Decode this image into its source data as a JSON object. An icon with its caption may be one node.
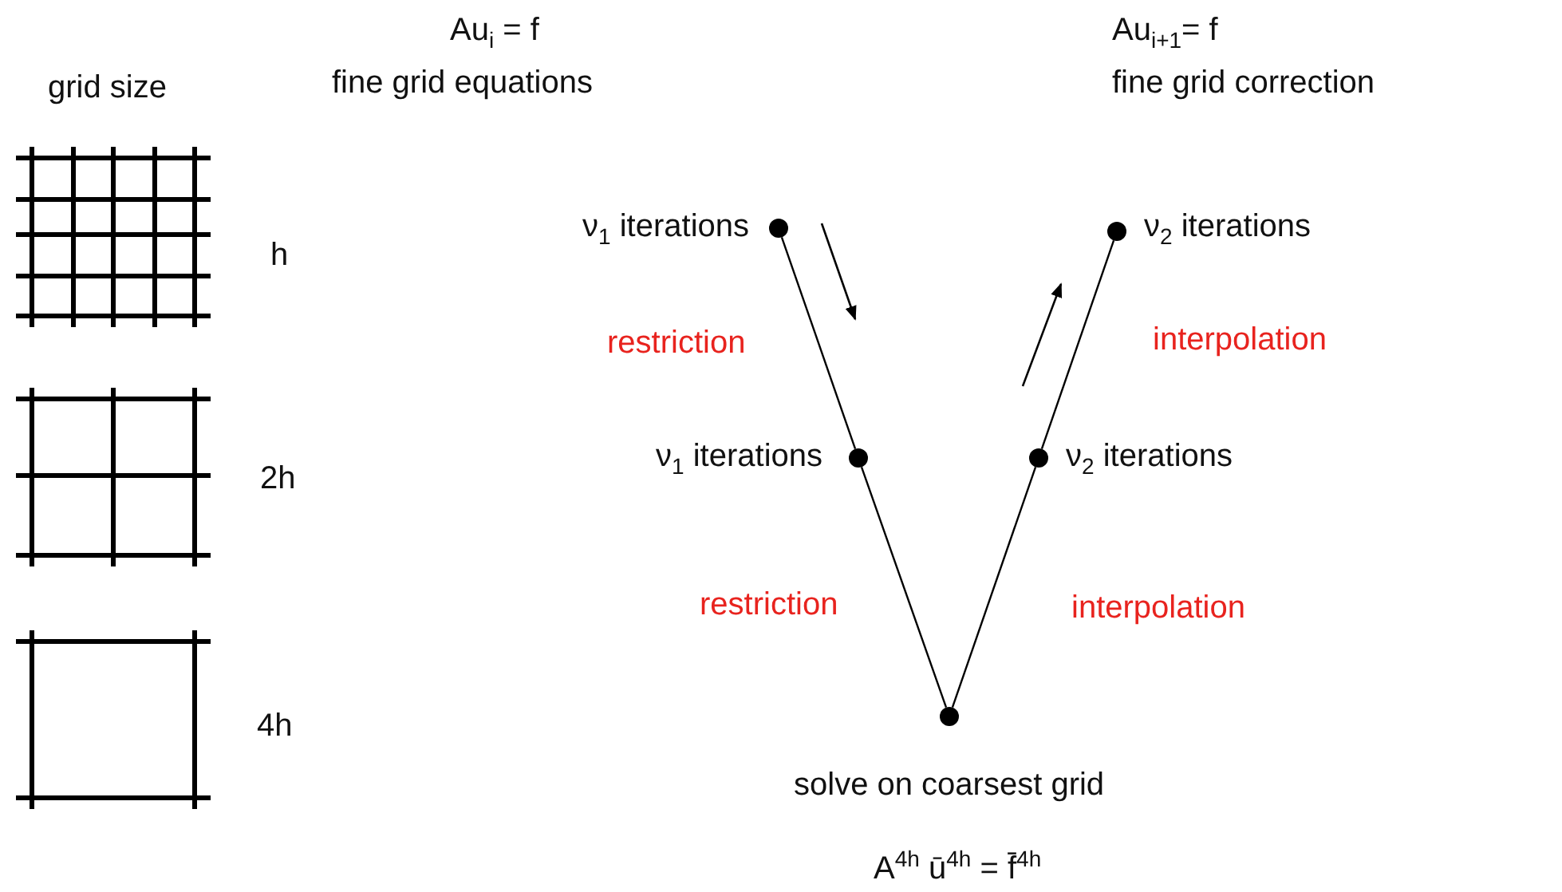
{
  "diagram": {
    "nodes": [
      {
        "text": [],
        "shape": "circle",
        "beside": [
          "ν$_{1}$ iterations"
        ]
      },
      {
        "text": [],
        "shape": "circle",
        "beside": [
          "ν$_{1}$ iterations"
        ]
      },
      {
        "text": [],
        "shape": "circle",
        "beside": [
          "solve on coarsest grid"
        ]
      },
      {
        "text": [],
        "shape": "circle",
        "beside": [
          "ν$_{2}$ iterations"
        ]
      },
      {
        "text": [],
        "shape": "circle",
        "beside": [
          "ν$_{2}$ iterations"
        ]
      }
    ],
    "edges": [
      {
        "from": 0,
        "to": 1,
        "arrow": "none",
        "label": "restriction"
      },
      {
        "from": 1,
        "to": 2,
        "arrow": "none",
        "label": "restriction"
      },
      {
        "from": 2,
        "to": 3,
        "arrow": "none",
        "label": "interpolation"
      },
      {
        "from": 3,
        "to": 4,
        "arrow": "none",
        "label": "interpolation"
      }
    ],
    "labels": [
      "Au$_{i}$ = f",
      "Au$_{i+1}$= f",
      "grid size",
      "fine grid equations",
      "fine grid correction",
      "h",
      "2h",
      "4h",
      "A$^{4h}$ ū$^{4h}$ = f̄$^{4h}$"
    ]
  }
}
